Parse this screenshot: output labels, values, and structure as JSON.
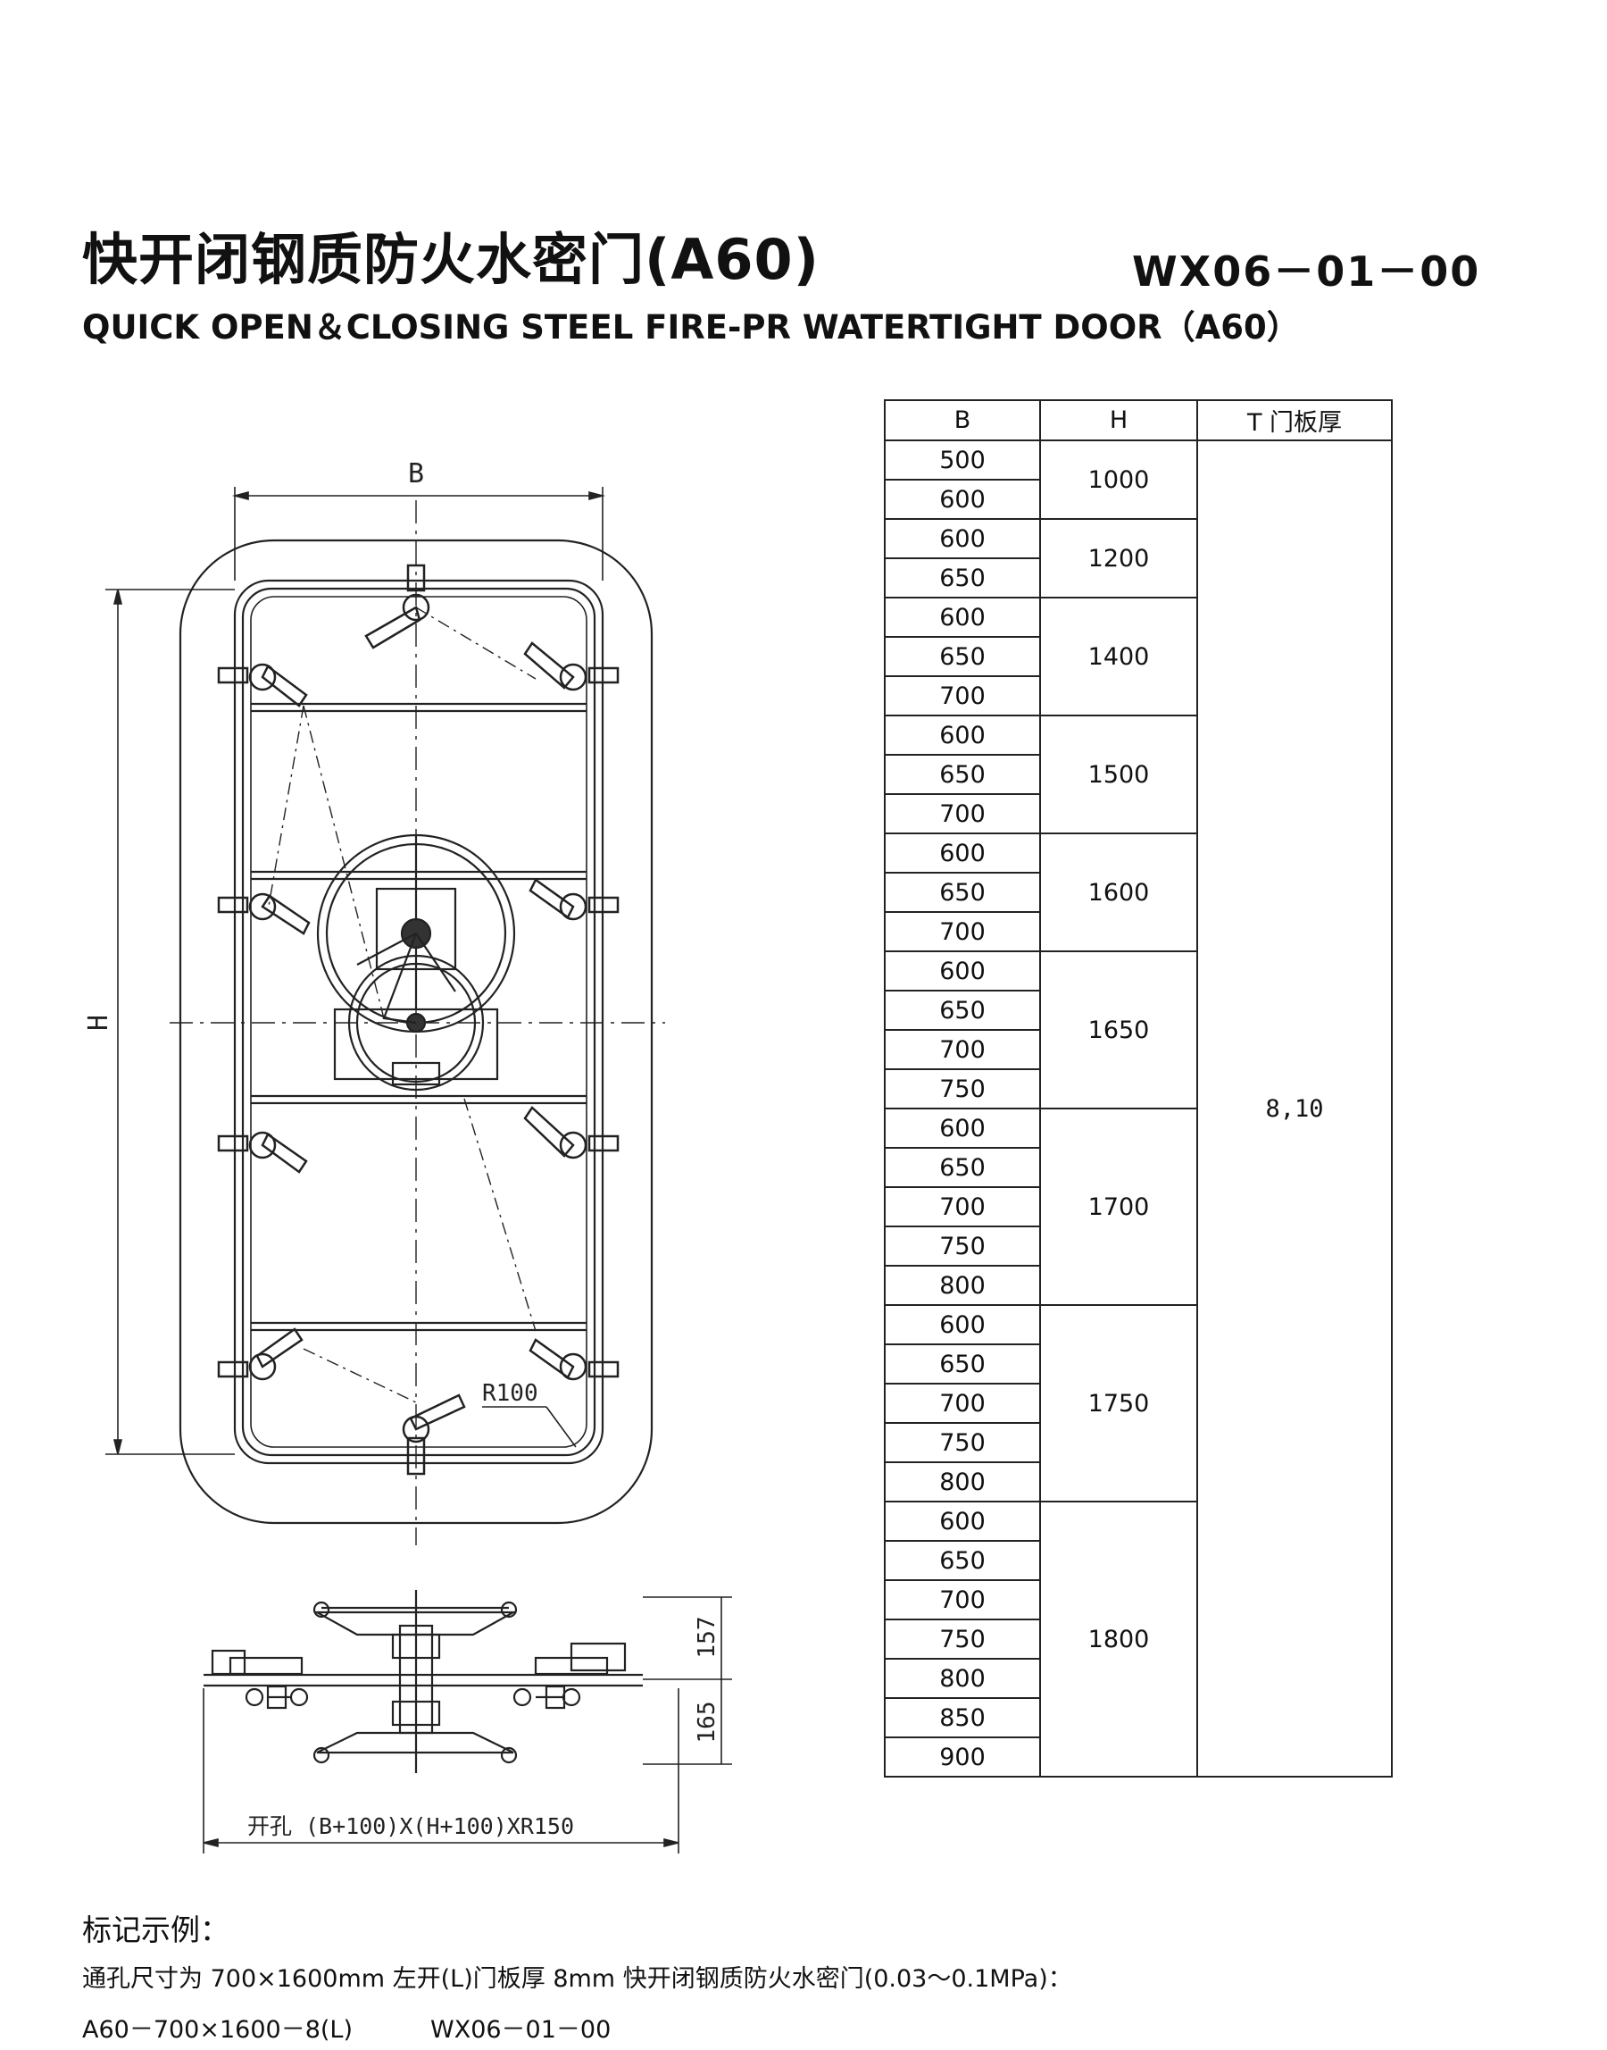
{
  "header": {
    "title_cn": "快开闭钢质防火水密门(A60)",
    "model_code": "WX06－01－00",
    "title_en": "QUICK OPEN＆CLOSING STEEL FIRE-PR WATERTIGHT DOOR（A60）"
  },
  "drawing": {
    "dim_b": "B",
    "dim_h": "H",
    "radius_label": "R100",
    "dim_157": "157",
    "dim_165": "165",
    "cutout_label": "开孔 (B+100)X(H+100)XR150"
  },
  "table": {
    "headers": [
      "B",
      "H",
      "T 门板厚"
    ],
    "thickness": "8,10",
    "groups": [
      {
        "h": "1000",
        "b": [
          "500",
          "600"
        ]
      },
      {
        "h": "1200",
        "b": [
          "600",
          "650"
        ]
      },
      {
        "h": "1400",
        "b": [
          "600",
          "650",
          "700"
        ]
      },
      {
        "h": "1500",
        "b": [
          "600",
          "650",
          "700"
        ]
      },
      {
        "h": "1600",
        "b": [
          "600",
          "650",
          "700"
        ]
      },
      {
        "h": "1650",
        "b": [
          "600",
          "650",
          "700",
          "750"
        ]
      },
      {
        "h": "1700",
        "b": [
          "600",
          "650",
          "700",
          "750",
          "800"
        ]
      },
      {
        "h": "1750",
        "b": [
          "600",
          "650",
          "700",
          "750",
          "800"
        ]
      },
      {
        "h": "1800",
        "b": [
          "600",
          "650",
          "700",
          "750",
          "800",
          "850",
          "900"
        ]
      }
    ]
  },
  "notes": {
    "title": "标记示例：",
    "line1": "通孔尺寸为 700×1600mm 左开(L)门板厚 8mm 快开闭钢质防火水密门(0.03～0.1MPa)：",
    "line2": "A60－700×1600－8(L)",
    "line2_code": "WX06－01－00"
  }
}
